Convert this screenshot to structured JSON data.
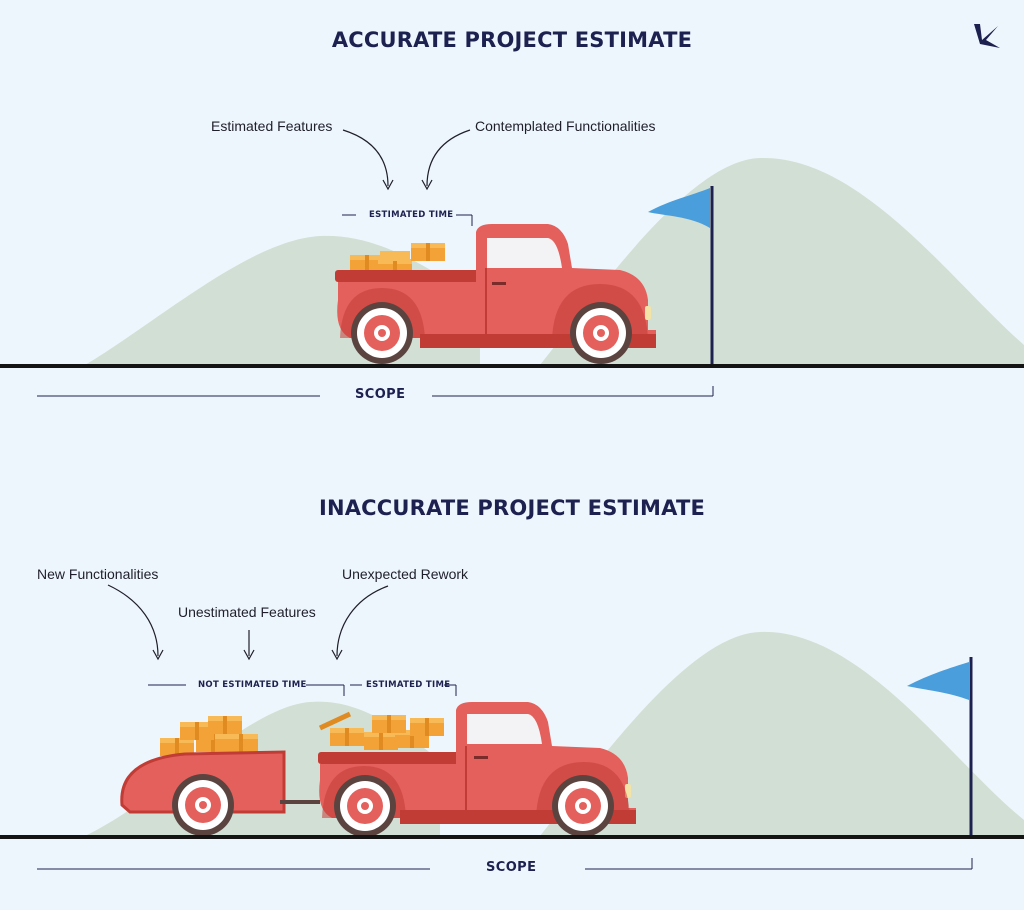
{
  "top": {
    "title": "ACCURATE PROJECT ESTIMATE",
    "label_estimated_features": "Estimated Features",
    "label_contemplated_functionalities": "Contemplated Functionalities",
    "estimated_time": "ESTIMATED TIME",
    "scope": "SCOPE"
  },
  "bottom": {
    "title": "INACCURATE PROJECT ESTIMATE",
    "label_new_functionalities": "New Functionalities",
    "label_unestimated_features": "Unestimated Features",
    "label_unexpected_rework": "Unexpected Rework",
    "not_estimated_time": "NOT ESTIMATED TIME",
    "estimated_time": "ESTIMATED TIME",
    "scope": "SCOPE"
  },
  "colors": {
    "background": "#eef6fd",
    "hill": "#d2dfd4",
    "truck_red": "#e4605c",
    "truck_dark_red": "#c23c36",
    "box_orange": "#f2a236",
    "flag_blue": "#4a9edb",
    "ink": "#1d2150"
  },
  "icons": {
    "logo": "k-logo-icon",
    "flag": "flag-icon",
    "truck": "pickup-truck-icon",
    "trailer": "trailer-icon",
    "boxes": "cargo-boxes-icon",
    "arrow": "curved-arrow-icon"
  }
}
